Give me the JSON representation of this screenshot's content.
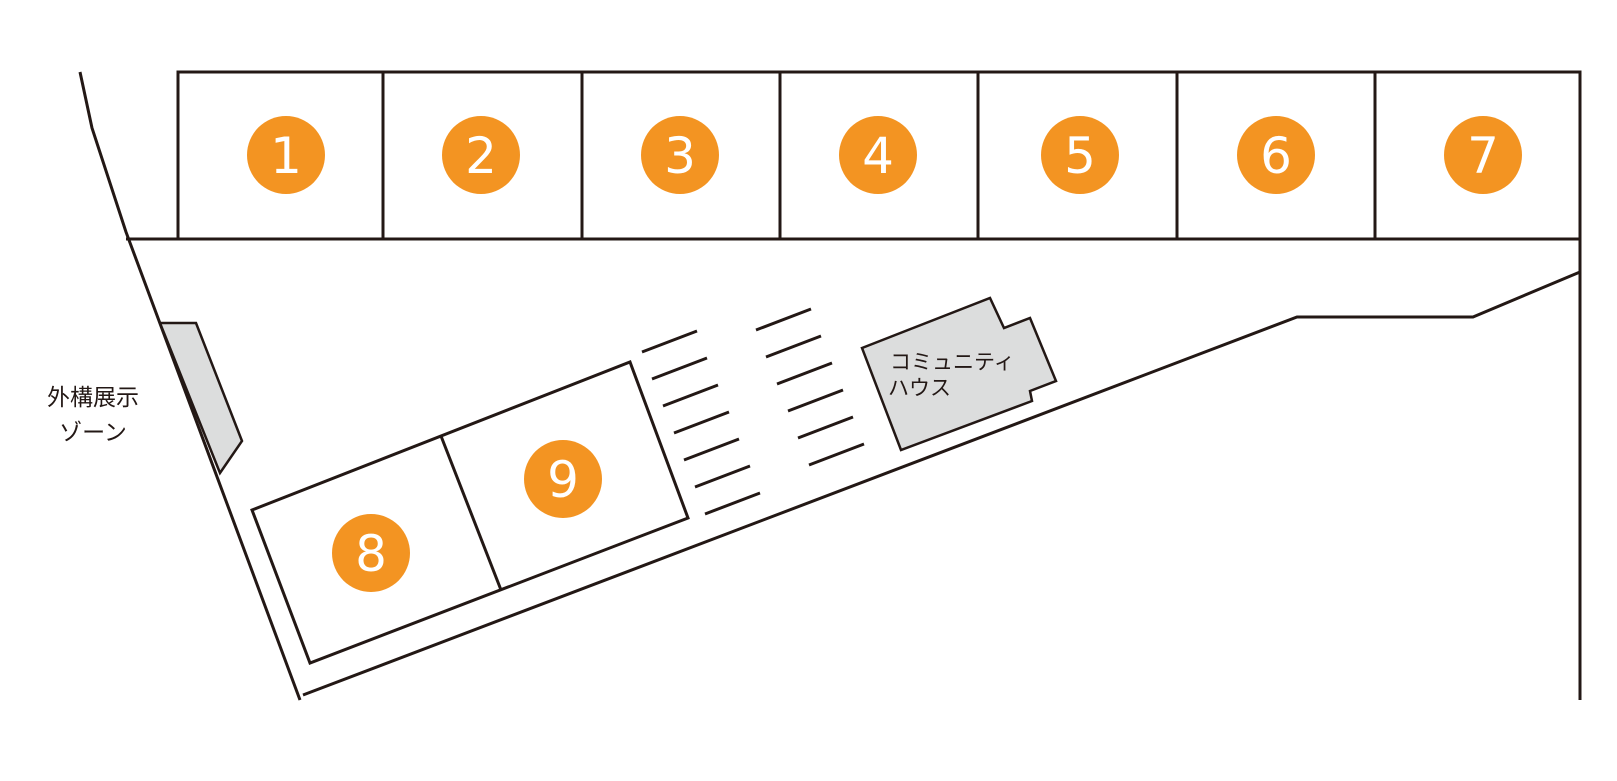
{
  "colors": {
    "line": "#231815",
    "lot_marker": "#f39422",
    "lot_marker_text": "#ffffff",
    "building_fill": "#dcdddd",
    "background": "#ffffff"
  },
  "lots": [
    {
      "number": "1"
    },
    {
      "number": "2"
    },
    {
      "number": "3"
    },
    {
      "number": "4"
    },
    {
      "number": "5"
    },
    {
      "number": "6"
    },
    {
      "number": "7"
    },
    {
      "number": "8"
    },
    {
      "number": "9"
    }
  ],
  "community_house": {
    "line1": "コミュニティ",
    "line2": "ハウス"
  },
  "exterior_zone": {
    "line1": "外構展示",
    "line2": "ゾーン"
  }
}
